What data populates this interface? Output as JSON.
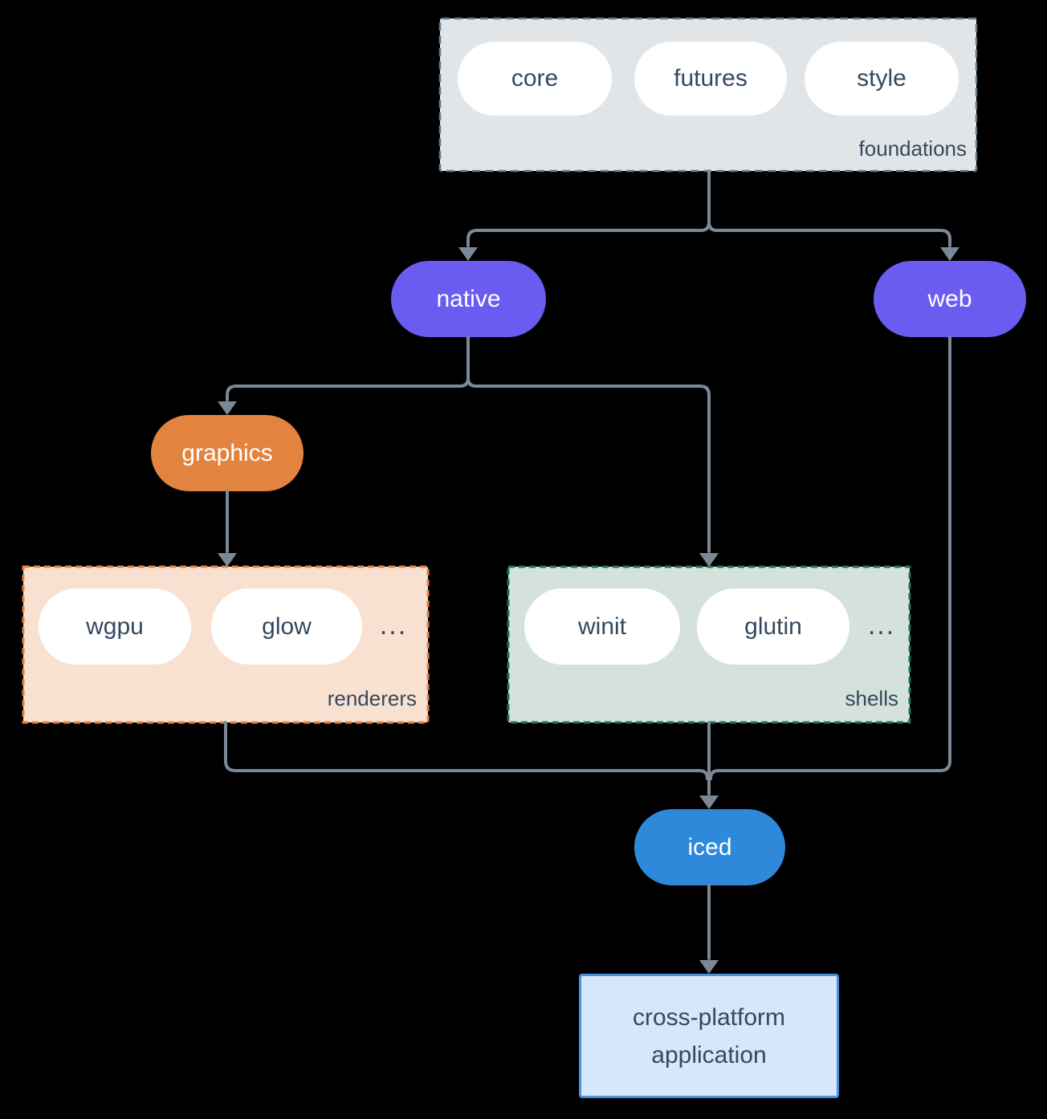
{
  "canvas": {
    "background": "#000000",
    "connector_color": "#7b8997",
    "text_dark": "#35495e"
  },
  "foundations": {
    "label": "foundations",
    "fill": "#e1e5e8",
    "border": "#64788c",
    "pills": [
      "core",
      "futures",
      "style"
    ],
    "pill_fill": "#ffffff"
  },
  "native": {
    "label": "native",
    "fill": "#6a5cf0",
    "text": "#ffffff"
  },
  "web": {
    "label": "web",
    "fill": "#6a5cf0",
    "text": "#ffffff"
  },
  "graphics": {
    "label": "graphics",
    "fill": "#e28440",
    "text": "#ffffff"
  },
  "renderers": {
    "label": "renderers",
    "fill": "#f8e1d1",
    "border": "#e8823c",
    "pills": [
      "wgpu",
      "glow"
    ],
    "ellipsis": "..."
  },
  "shells": {
    "label": "shells",
    "fill": "#d4e2db",
    "border": "#1f7060",
    "pills": [
      "winit",
      "glutin"
    ],
    "ellipsis": "..."
  },
  "iced": {
    "label": "iced",
    "fill": "#2f89da",
    "text": "#ffffff"
  },
  "application": {
    "line1": "cross-platform",
    "line2": "application",
    "fill": "#d5e7f8",
    "border": "#4a90e2"
  }
}
